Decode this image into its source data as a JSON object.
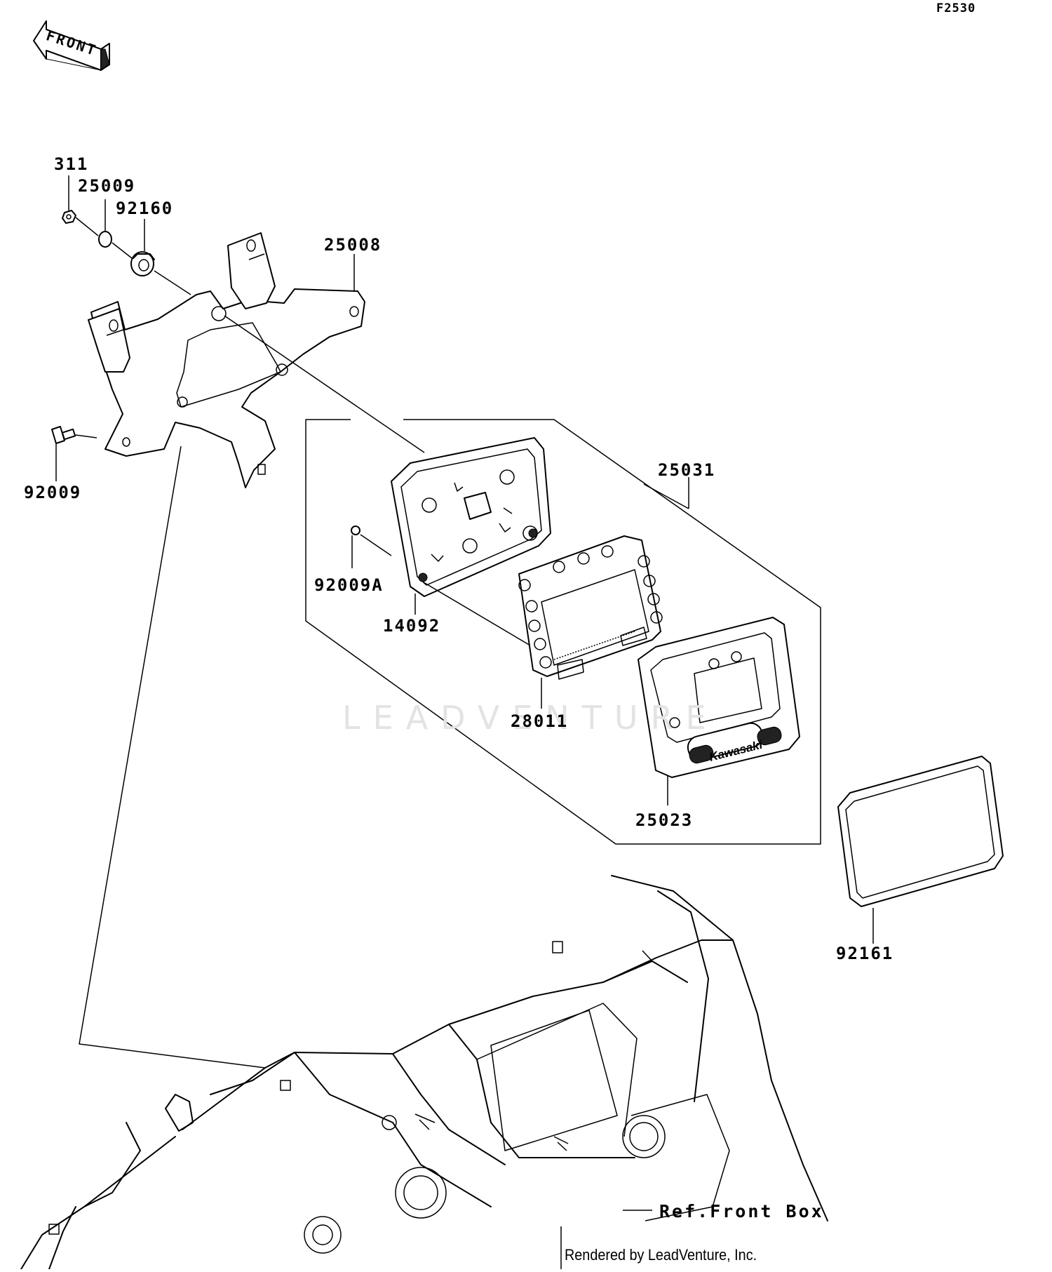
{
  "figure_code": "F2530",
  "front_arrow_text": "FRONT",
  "parts": [
    {
      "id": "311"
    },
    {
      "id": "25009"
    },
    {
      "id": "92160"
    },
    {
      "id": "25008"
    },
    {
      "id": "92009"
    },
    {
      "id": "25031"
    },
    {
      "id": "92009A"
    },
    {
      "id": "14092"
    },
    {
      "id": "28011"
    },
    {
      "id": "25023"
    },
    {
      "id": "92161"
    }
  ],
  "reference_label": "Ref.Front Box",
  "watermark_text": "LEADVENTURE",
  "brand_logo_text": "Kawasaki",
  "credit": "Rendered by LeadVenture, Inc."
}
